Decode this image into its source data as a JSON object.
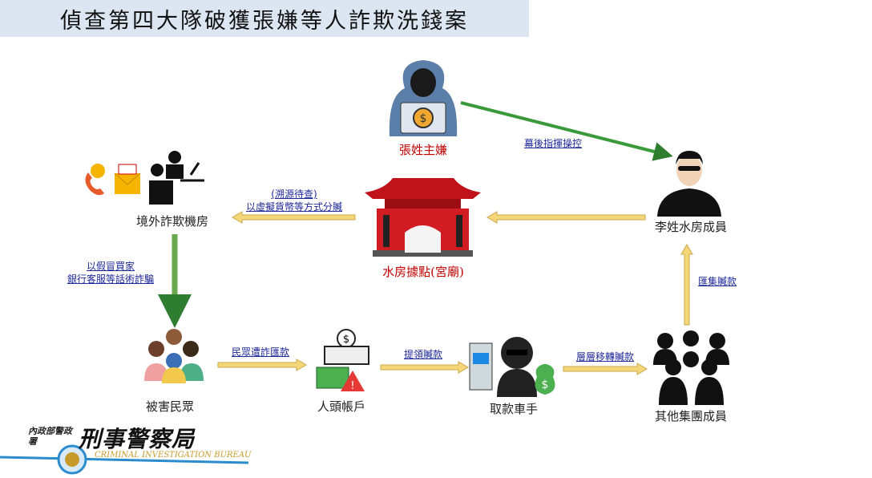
{
  "title": "偵查第四大隊破獲張嫌等人詐欺洗錢案",
  "nodes": {
    "boss": "張姓主嫌",
    "li_member": "李姓水房成員",
    "temple": "水房據點(宮廟)",
    "fraud_room": "境外詐欺機房",
    "victims": "被害民眾",
    "account": "人頭帳戶",
    "runner": "取款車手",
    "others": "其他集團成員"
  },
  "edges": {
    "boss_to_li": "幕後指揮操控",
    "temple_to_room_1": "(溯源待查)",
    "temple_to_room_2": "以虛擬貨幣等方式分贓",
    "room_to_victims_1": "以假冒買家",
    "room_to_victims_2": "銀行客服等話術詐騙",
    "victims_to_account": "民眾遭詐匯款",
    "account_to_runner": "提領贓款",
    "runner_to_others": "層層移轉贓款",
    "others_to_li": "匯集贓款"
  },
  "logo": {
    "org_small": "內政部警政署",
    "org_large": "刑事警察局",
    "org_en": "CRIMINAL INVESTIGATION BUREAU"
  },
  "colors": {
    "green_arrow": "#3a9a3a",
    "yellow_arrow": "#f5d77a",
    "red_label": "#c00000",
    "link": "#1f2a9b",
    "title_bg": "#dce6f2"
  }
}
